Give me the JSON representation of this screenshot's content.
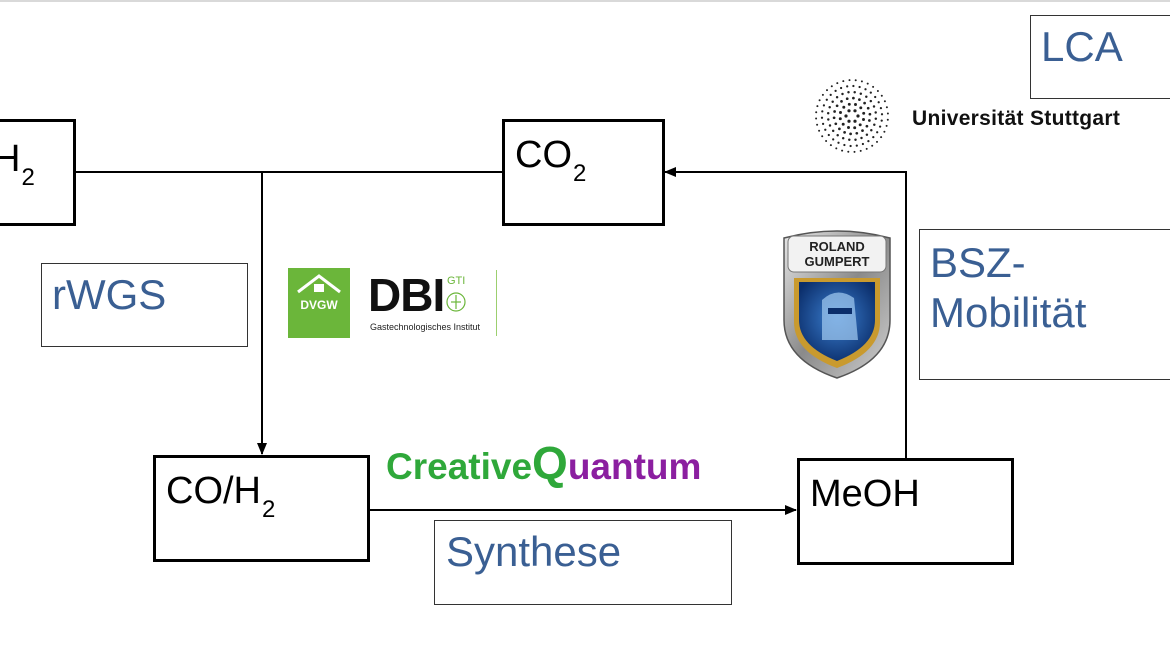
{
  "nodes": {
    "h2": {
      "main": "H",
      "sub": "2"
    },
    "co2": {
      "main": "CO",
      "sub": "2"
    },
    "co_h2": {
      "main": "CO/H",
      "sub": "2"
    },
    "meoh": {
      "main": "MeOH"
    }
  },
  "labels": {
    "rwgs": "rWGS",
    "synthese": "Synthese",
    "lca": "LCA",
    "bsz_line1": "BSZ-",
    "bsz_line2": "Mobilität"
  },
  "logos": {
    "university": "Universität Stuttgart",
    "dvgw": "DVGW",
    "dbi": "DBI",
    "gti": "GTI",
    "dbi_subtitle": "Gastechnologisches Institut",
    "roland_line1": "ROLAND",
    "roland_line2": "GUMPERT",
    "creative": "Creative",
    "quantum_q": "Q",
    "quantum_rest": "uantum"
  },
  "colors": {
    "label_blue": "#3a5f93",
    "dvgw_green": "#6bb63a",
    "creative_green": "#2fa83a",
    "quantum_purple": "#8b1fa0"
  }
}
